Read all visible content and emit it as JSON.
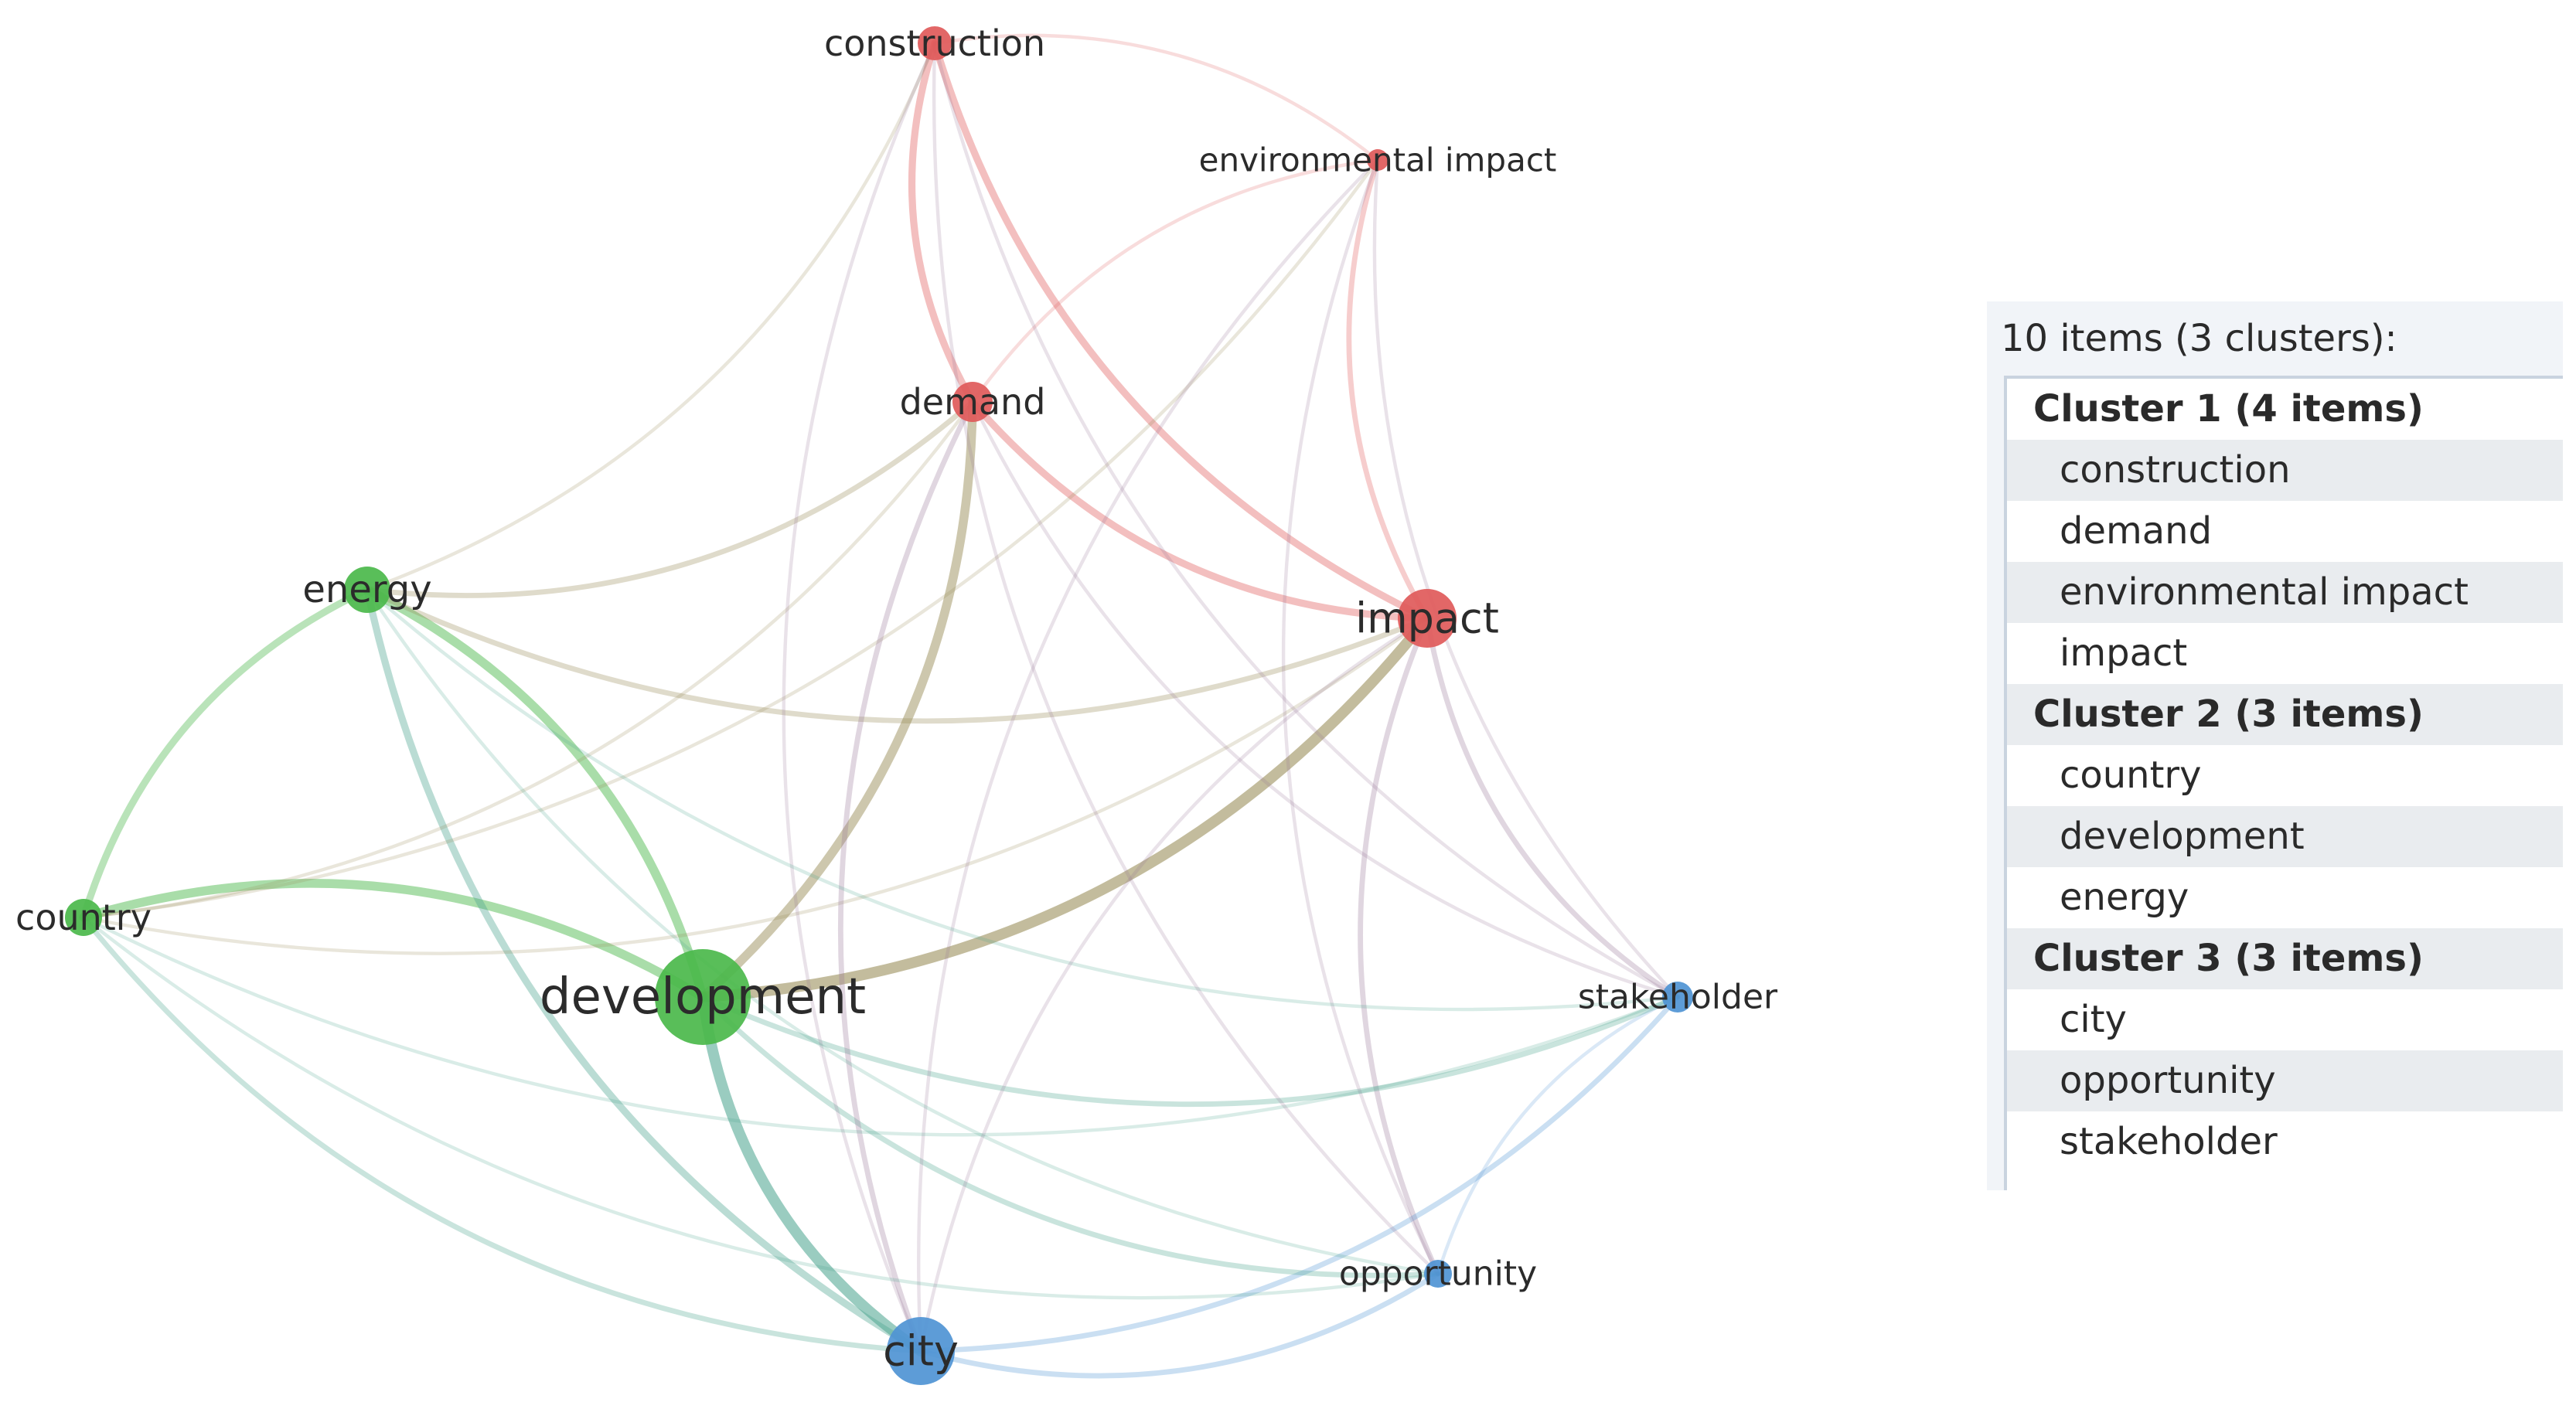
{
  "cluster_colors": {
    "1": "#e05a5a",
    "2": "#4bb84b",
    "3": "#4f94d4"
  },
  "nodes": [
    {
      "id": "construction",
      "label": "construction",
      "cluster": 1
    },
    {
      "id": "environmental_impact",
      "label": "environmental impact",
      "cluster": 1
    },
    {
      "id": "demand",
      "label": "demand",
      "cluster": 1
    },
    {
      "id": "impact",
      "label": "impact",
      "cluster": 1
    },
    {
      "id": "energy",
      "label": "energy",
      "cluster": 2
    },
    {
      "id": "country",
      "label": "country",
      "cluster": 2
    },
    {
      "id": "development",
      "label": "development",
      "cluster": 2
    },
    {
      "id": "stakeholder",
      "label": "stakeholder",
      "cluster": 3
    },
    {
      "id": "opportunity",
      "label": "opportunity",
      "cluster": 3
    },
    {
      "id": "city",
      "label": "city",
      "cluster": 3
    }
  ],
  "links": [
    {
      "source": "development",
      "target": "impact",
      "strength": 5
    },
    {
      "source": "development",
      "target": "city",
      "strength": 5
    },
    {
      "source": "development",
      "target": "energy",
      "strength": 4
    },
    {
      "source": "development",
      "target": "country",
      "strength": 4
    },
    {
      "source": "development",
      "target": "demand",
      "strength": 4
    },
    {
      "source": "demand",
      "target": "impact",
      "strength": 3
    },
    {
      "source": "construction",
      "target": "demand",
      "strength": 3
    },
    {
      "source": "construction",
      "target": "impact",
      "strength": 3
    },
    {
      "source": "energy",
      "target": "country",
      "strength": 3
    },
    {
      "source": "energy",
      "target": "city",
      "strength": 3
    },
    {
      "source": "energy",
      "target": "impact",
      "strength": 2
    },
    {
      "source": "energy",
      "target": "demand",
      "strength": 2
    },
    {
      "source": "energy",
      "target": "construction",
      "strength": 1
    },
    {
      "source": "environmental_impact",
      "target": "impact",
      "strength": 2
    },
    {
      "source": "environmental_impact",
      "target": "demand",
      "strength": 1
    },
    {
      "source": "environmental_impact",
      "target": "construction",
      "strength": 1
    },
    {
      "source": "impact",
      "target": "opportunity",
      "strength": 2
    },
    {
      "source": "impact",
      "target": "stakeholder",
      "strength": 2
    },
    {
      "source": "city",
      "target": "stakeholder",
      "strength": 2
    },
    {
      "source": "city",
      "target": "opportunity",
      "strength": 2
    },
    {
      "source": "stakeholder",
      "target": "opportunity",
      "strength": 1
    },
    {
      "source": "country",
      "target": "city",
      "strength": 2
    },
    {
      "source": "country",
      "target": "impact",
      "strength": 1
    },
    {
      "source": "country",
      "target": "demand",
      "strength": 1
    },
    {
      "source": "country",
      "target": "environmental_impact",
      "strength": 1
    },
    {
      "source": "development",
      "target": "opportunity",
      "strength": 2
    },
    {
      "source": "development",
      "target": "stakeholder",
      "strength": 2
    },
    {
      "source": "demand",
      "target": "stakeholder",
      "strength": 1
    },
    {
      "source": "demand",
      "target": "city",
      "strength": 2
    },
    {
      "source": "construction",
      "target": "city",
      "strength": 1
    },
    {
      "source": "construction",
      "target": "stakeholder",
      "strength": 1
    },
    {
      "source": "environmental_impact",
      "target": "opportunity",
      "strength": 1
    },
    {
      "source": "environmental_impact",
      "target": "city",
      "strength": 1
    },
    {
      "source": "environmental_impact",
      "target": "stakeholder",
      "strength": 1
    },
    {
      "source": "energy",
      "target": "stakeholder",
      "strength": 1
    },
    {
      "source": "energy",
      "target": "opportunity",
      "strength": 1
    },
    {
      "source": "country",
      "target": "stakeholder",
      "strength": 1
    },
    {
      "source": "country",
      "target": "opportunity",
      "strength": 1
    },
    {
      "source": "impact",
      "target": "city",
      "strength": 1
    },
    {
      "source": "construction",
      "target": "opportunity",
      "strength": 1
    }
  ],
  "panel": {
    "header": "10 items (3 clusters):",
    "rows": [
      {
        "kind": "cluster",
        "text": "Cluster 1 (4 items)"
      },
      {
        "kind": "item",
        "text": "construction"
      },
      {
        "kind": "item",
        "text": "demand"
      },
      {
        "kind": "item",
        "text": "environmental impact"
      },
      {
        "kind": "item",
        "text": "impact"
      },
      {
        "kind": "cluster",
        "text": "Cluster 2 (3 items)"
      },
      {
        "kind": "item",
        "text": "country"
      },
      {
        "kind": "item",
        "text": "development"
      },
      {
        "kind": "item",
        "text": "energy"
      },
      {
        "kind": "cluster",
        "text": "Cluster 3 (3 items)"
      },
      {
        "kind": "item",
        "text": "city"
      },
      {
        "kind": "item",
        "text": "opportunity"
      },
      {
        "kind": "item",
        "text": "stakeholder"
      }
    ]
  }
}
